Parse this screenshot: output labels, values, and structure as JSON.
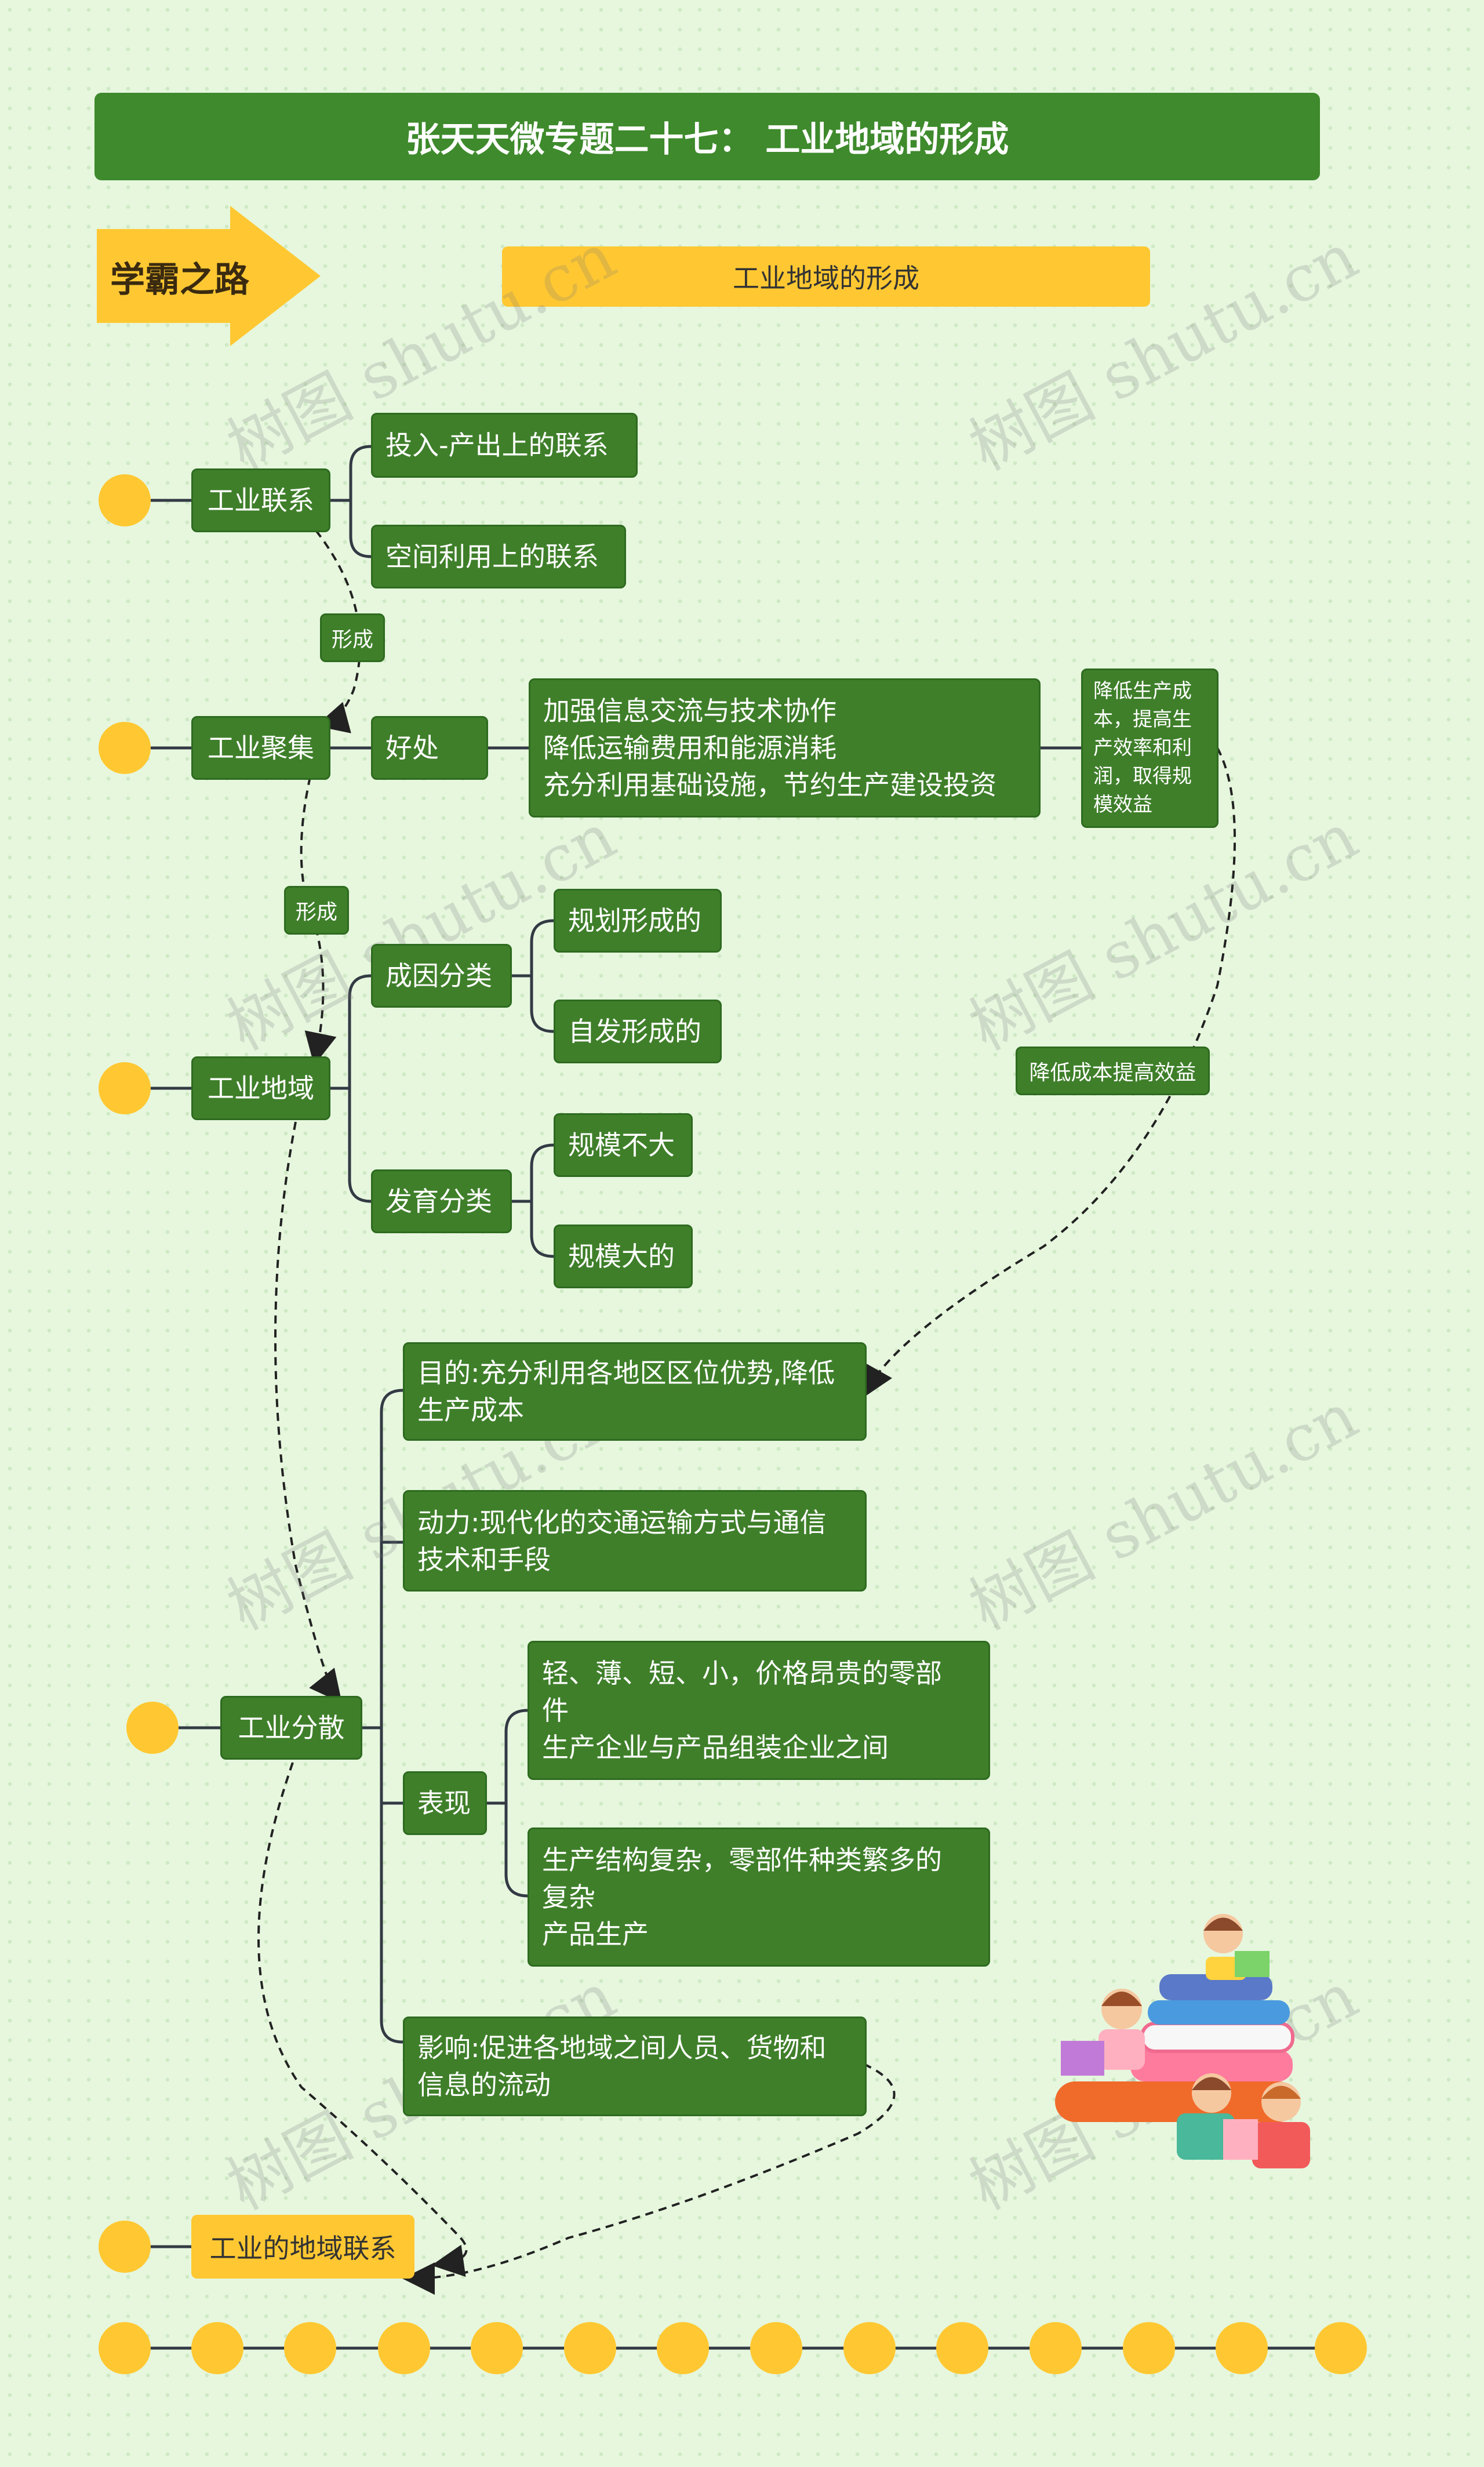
{
  "title": "张天天微专题二十七： 工业地域的形成",
  "banner": {
    "arrow_label": "学霸之路",
    "topic": "工业地域的形成"
  },
  "watermark": "树图 shutu.cn",
  "nodes": {
    "gongye_lianxi": "工业联系",
    "touru_chanchu": "投入-产出上的联系",
    "kongjian_liyong": "空间利用上的联系",
    "xingcheng_1": "形成",
    "gongye_juji": "工业聚集",
    "haochu": "好处",
    "benefits": [
      "加强信息交流与技术协作",
      "降低运输费用和能源消耗",
      "充分利用基础设施，节约生产建设投资"
    ],
    "effect": [
      "降低生产成",
      "本，提高生",
      "产效率和利",
      "润，取得规",
      "模效益"
    ],
    "xingcheng_2": "形成",
    "gongye_diyu": "工业地域",
    "chengyin_fenlei": "成因分类",
    "guihua": "规划形成的",
    "zifa": "自发形成的",
    "fayu_fenlei": "发育分类",
    "guimo_buda": "规模不大",
    "guimo_da": "规模大的",
    "jiangdi_chengben": "降低成本提高效益",
    "gongye_fensan": "工业分散",
    "mudi": [
      "目的:充分利用各地区区位优势,降低",
      "生产成本"
    ],
    "dongli": [
      "动力:现代化的交通运输方式与通信",
      "技术和手段"
    ],
    "biaoxian": "表现",
    "biaoxian_1": [
      "轻、薄、短、小，价格昂贵的零部",
      "件",
      "生产企业与产品组装企业之间"
    ],
    "biaoxian_2": [
      "生产结构复杂，零部件种类繁多的",
      "复杂",
      "产品生产"
    ],
    "yingxiang": [
      "影响:促进各地域之间人员、货物和",
      "信息的流动"
    ],
    "diyu_lianxi": "工业的地域联系"
  },
  "colors": {
    "node_green": "#3f7f2a",
    "title_green": "#3e8a2c",
    "accent_yellow": "#ffc832",
    "line_dark": "#333a44",
    "background": "#e6f7de"
  }
}
